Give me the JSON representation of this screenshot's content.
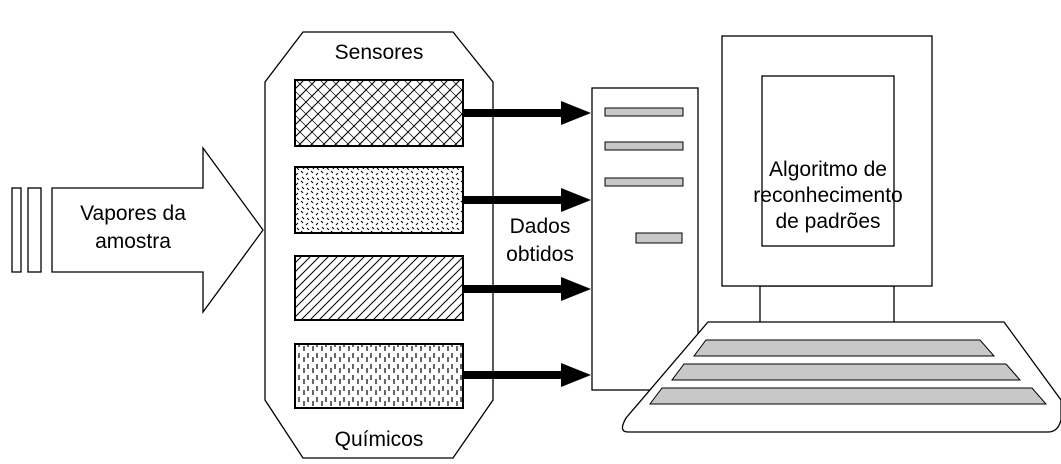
{
  "input": {
    "label_line1": "Vapores da",
    "label_line2": "amostra"
  },
  "sensor_array": {
    "top_label": "Sensores",
    "bottom_label": "Químicos",
    "patterns": [
      "crosshatch",
      "dots",
      "diagonal-hatch",
      "vertical-dashes"
    ]
  },
  "data_link": {
    "label_line1": "Dados",
    "label_line2": "obtidos"
  },
  "computer": {
    "screen_line1": "Algoritmo de",
    "screen_line2": "reconhecimento",
    "screen_line3": "de padrões"
  },
  "colors": {
    "stroke": "#000000",
    "background": "#ffffff",
    "drive_bay": "#c8c8c8",
    "keyboard_key": "#c8c8c8"
  }
}
